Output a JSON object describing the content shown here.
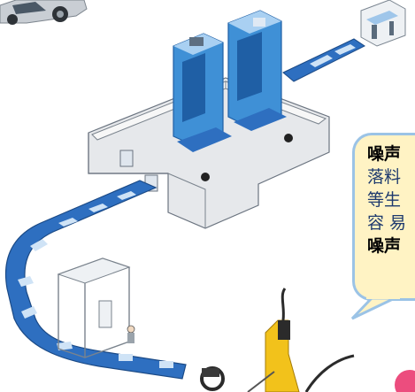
{
  "callout": {
    "lines": [
      "噪声",
      "落料",
      "等生",
      "容 易",
      "噪声"
    ],
    "bold_lines": [
      0,
      4
    ],
    "background": "#fff3c4",
    "border": "#9bc3e6"
  },
  "colors": {
    "machine_blue": "#3f90d6",
    "machine_dark_blue": "#1f5fa5",
    "floor_grey": "#d9dde2",
    "wall": "#f3f3f3",
    "belt": "#2e6fc0",
    "accent_pink": "#ec4d7e",
    "robot_yellow": "#f2c21b"
  }
}
